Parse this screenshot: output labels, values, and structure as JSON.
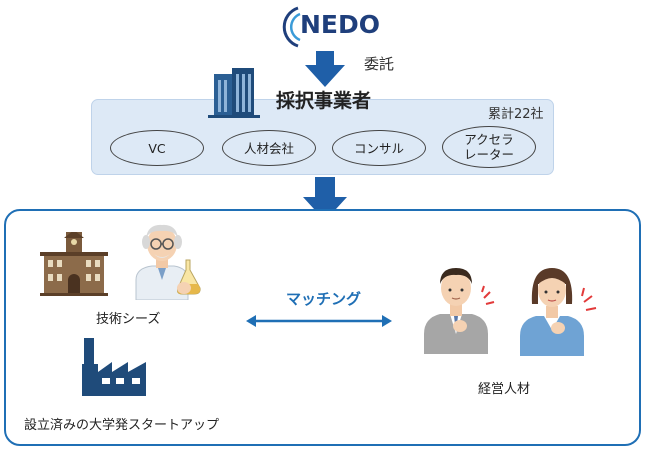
{
  "logo": {
    "text": "NEDO"
  },
  "commission_label": "委託",
  "operators": {
    "title": "採択事業者",
    "cumulative": "累計22社",
    "types": [
      {
        "label": "VC"
      },
      {
        "label": "人材会社"
      },
      {
        "label": "コンサル"
      },
      {
        "label": "アクセラ\nレーター"
      }
    ]
  },
  "matching": {
    "label": "マッチング"
  },
  "left": {
    "tech_label": "技術シーズ",
    "startup_label": "設立済みの大学発スタートアップ"
  },
  "right": {
    "management_label": "経営人材"
  },
  "colors": {
    "primary_blue": "#1f6fb5",
    "dark_navy": "#1f3f7c",
    "panel_fill": "#dde9f6"
  },
  "icons": [
    "nedo-logo-icon",
    "down-arrow-icon",
    "building-icon",
    "university-icon",
    "scientist-icon",
    "factory-icon",
    "double-arrow-icon",
    "businessman-icon",
    "businesswoman-icon"
  ]
}
